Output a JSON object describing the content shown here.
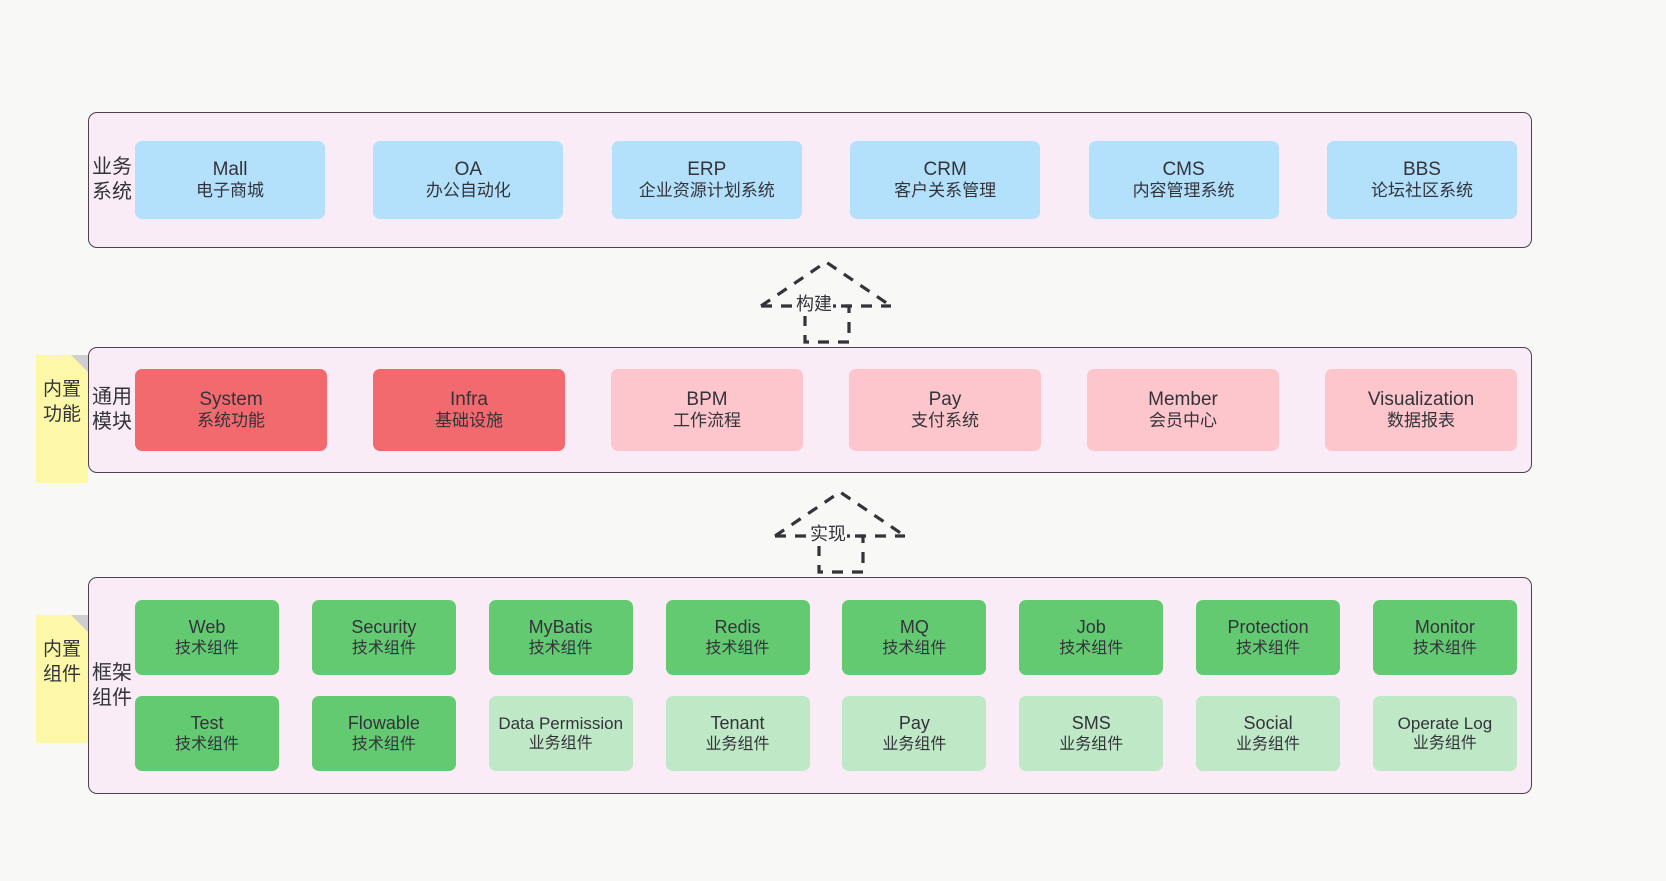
{
  "diagram": {
    "title": "ruoyi-vue-pro architecture layers",
    "colors": {
      "canvas": "#f8f8f7",
      "layer_bg": "#f9ecf6",
      "layer_border": "#4d4050",
      "business_card": "#b3e0fb",
      "module_strong": "#f26a6e",
      "module_soft": "#fcc6cc",
      "framework_tech": "#63ca72",
      "framework_biz": "#bfe8c6",
      "sticky_note": "#fcf8a8",
      "sticky_fold": "#cfcfcf",
      "text": "#33333a"
    }
  },
  "layers": [
    {
      "id": "business-systems",
      "label": "业务系统",
      "cards": [
        {
          "en": "Mall",
          "cn": "电子商城"
        },
        {
          "en": "OA",
          "cn": "办公自动化"
        },
        {
          "en": "ERP",
          "cn": "企业资源计划系统"
        },
        {
          "en": "CRM",
          "cn": "客户关系管理"
        },
        {
          "en": "CMS",
          "cn": "内容管理系统"
        },
        {
          "en": "BBS",
          "cn": "论坛社区系统"
        }
      ]
    },
    {
      "id": "common-modules",
      "label": "通用模块",
      "sticky": "内置功能",
      "cards": [
        {
          "en": "System",
          "cn": "系统功能",
          "style": "strong"
        },
        {
          "en": "Infra",
          "cn": "基础设施",
          "style": "strong"
        },
        {
          "en": "BPM",
          "cn": "工作流程",
          "style": "soft"
        },
        {
          "en": "Pay",
          "cn": "支付系统",
          "style": "soft"
        },
        {
          "en": "Member",
          "cn": "会员中心",
          "style": "soft"
        },
        {
          "en": "Visualization",
          "cn": "数据报表",
          "style": "soft"
        }
      ]
    },
    {
      "id": "framework-components",
      "label": "框架组件",
      "sticky": "内置组件",
      "rows": [
        [
          {
            "en": "Web",
            "cn": "技术组件",
            "style": "tech"
          },
          {
            "en": "Security",
            "cn": "技术组件",
            "style": "tech"
          },
          {
            "en": "MyBatis",
            "cn": "技术组件",
            "style": "tech"
          },
          {
            "en": "Redis",
            "cn": "技术组件",
            "style": "tech"
          },
          {
            "en": "MQ",
            "cn": "技术组件",
            "style": "tech"
          },
          {
            "en": "Job",
            "cn": "技术组件",
            "style": "tech"
          },
          {
            "en": "Protection",
            "cn": "技术组件",
            "style": "tech"
          },
          {
            "en": "Monitor",
            "cn": "技术组件",
            "style": "tech"
          }
        ],
        [
          {
            "en": "Test",
            "cn": "技术组件",
            "style": "tech"
          },
          {
            "en": "Flowable",
            "cn": "技术组件",
            "style": "tech"
          },
          {
            "en": "Data Permission",
            "cn": "业务组件",
            "style": "biz"
          },
          {
            "en": "Tenant",
            "cn": "业务组件",
            "style": "biz"
          },
          {
            "en": "Pay",
            "cn": "业务组件",
            "style": "biz"
          },
          {
            "en": "SMS",
            "cn": "业务组件",
            "style": "biz"
          },
          {
            "en": "Social",
            "cn": "业务组件",
            "style": "biz"
          },
          {
            "en": "Operate Log",
            "cn": "业务组件",
            "style": "biz"
          }
        ]
      ]
    }
  ],
  "connectors": [
    {
      "id": "build",
      "label": "构建",
      "from": "common-modules",
      "to": "business-systems"
    },
    {
      "id": "implement",
      "label": "实现",
      "from": "framework-components",
      "to": "common-modules"
    }
  ]
}
